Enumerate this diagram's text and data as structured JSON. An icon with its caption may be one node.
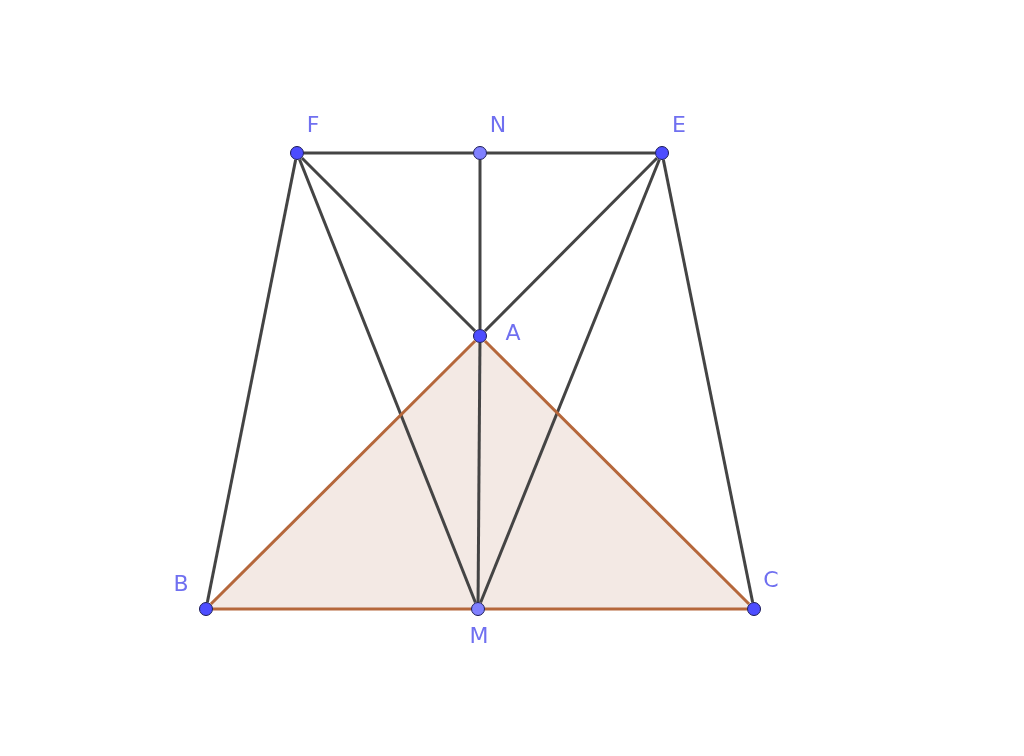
{
  "diagram": {
    "nodes": [
      {
        "text": [
          "F"
        ]
      },
      {
        "text": [
          "N"
        ]
      },
      {
        "text": [
          "E"
        ]
      },
      {
        "text": [
          "A"
        ]
      },
      {
        "text": [
          "B"
        ]
      },
      {
        "text": [
          "M"
        ]
      },
      {
        "text": [
          "C"
        ]
      }
    ],
    "edges": [
      {
        "from": 0,
        "to": 1,
        "arrow": "none"
      },
      {
        "from": 1,
        "to": 2,
        "arrow": "none"
      },
      {
        "from": 0,
        "to": 3,
        "arrow": "none"
      },
      {
        "from": 0,
        "to": 5,
        "arrow": "none"
      },
      {
        "from": 0,
        "to": 4,
        "arrow": "none"
      },
      {
        "from": 1,
        "to": 3,
        "arrow": "none"
      },
      {
        "from": 2,
        "to": 3,
        "arrow": "none"
      },
      {
        "from": 2,
        "to": 5,
        "arrow": "none"
      },
      {
        "from": 2,
        "to": 6,
        "arrow": "none"
      },
      {
        "from": 3,
        "to": 5,
        "arrow": "none"
      },
      {
        "from": 3,
        "to": 4,
        "arrow": "none",
        "color": "#b5673b"
      },
      {
        "from": 3,
        "to": 6,
        "arrow": "none",
        "color": "#b5673b"
      },
      {
        "from": 4,
        "to": 5,
        "arrow": "none",
        "color": "#b5673b"
      },
      {
        "from": 5,
        "to": 6,
        "arrow": "none",
        "color": "#b5673b"
      }
    ]
  }
}
